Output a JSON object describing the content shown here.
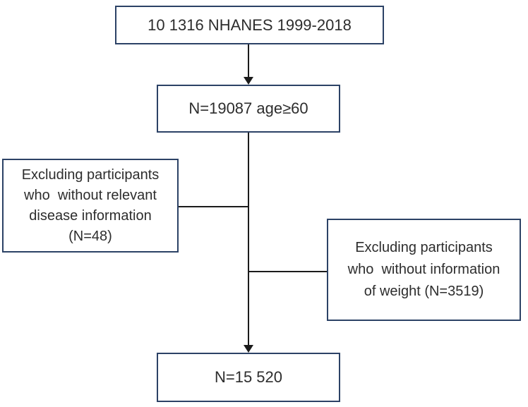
{
  "diagram": {
    "type": "flowchart",
    "topic": "NHANES participant selection flow",
    "colors": {
      "box_border": "#2c4266",
      "box_fill": "#ffffff",
      "connector": "#1b1b1b",
      "text": "#2d2d2d",
      "background": "#ffffff"
    },
    "boxes": {
      "source": {
        "label": "10 1316 NHANES 1999-2018"
      },
      "age": {
        "label": "N=19087 age≥60"
      },
      "excl_disease": {
        "lines": [
          "Excluding participants",
          "who  without relevant",
          "disease information",
          "(N=48)"
        ]
      },
      "excl_weight": {
        "lines": [
          "Excluding participants",
          "who  without information",
          "of weight (N=3519)"
        ]
      },
      "final": {
        "label": "N=15 520"
      }
    },
    "connectors": [
      {
        "from": "source",
        "to": "age",
        "style": "vertical-arrow"
      },
      {
        "from": "age",
        "to": "final",
        "style": "vertical-arrow"
      },
      {
        "from": "excl_disease",
        "to": "main-line",
        "style": "horizontal"
      },
      {
        "from": "main-line",
        "to": "excl_weight",
        "style": "horizontal"
      }
    ]
  }
}
